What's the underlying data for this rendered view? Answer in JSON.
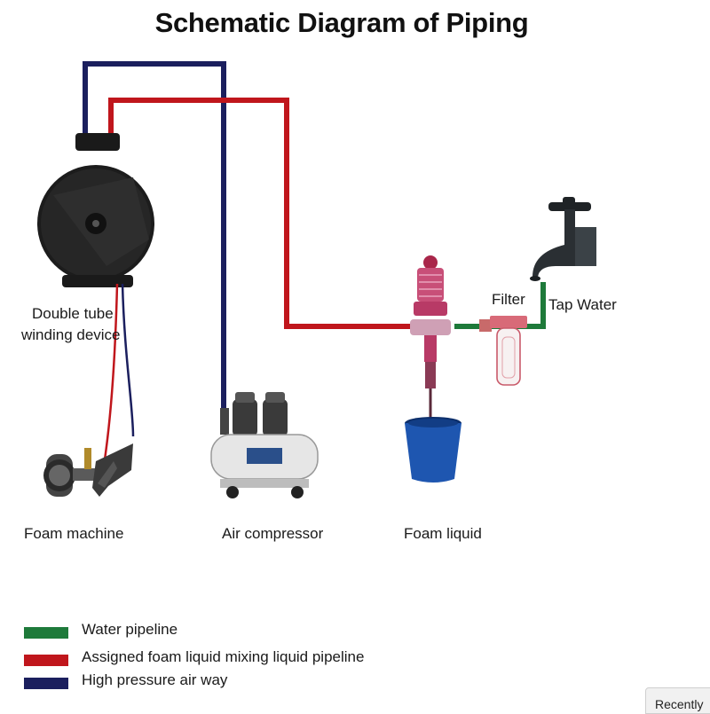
{
  "title": "Schematic Diagram of Piping",
  "labels": {
    "winding_device_line1": "Double tube",
    "winding_device_line2": "winding device",
    "foam_machine": "Foam machine",
    "air_compressor": "Air compressor",
    "foam_liquid": "Foam liquid",
    "filter": "Filter",
    "tap_water": "Tap Water"
  },
  "legend": [
    {
      "label": "Water pipeline",
      "color": "#1e7a3a"
    },
    {
      "label": "Assigned foam liquid mixing liquid pipeline",
      "color": "#c0161c"
    },
    {
      "label": "High pressure air way",
      "color": "#1b1f5e"
    }
  ],
  "colors": {
    "water": "#1e7a3a",
    "foam_mix": "#c0161c",
    "air": "#1b1f5e"
  },
  "icons": [
    "hose-reel-icon",
    "foam-gun-icon",
    "air-compressor-icon",
    "dosing-pump-icon",
    "bucket-icon",
    "filter-icon",
    "faucet-icon"
  ],
  "corner_tab": "Recently"
}
